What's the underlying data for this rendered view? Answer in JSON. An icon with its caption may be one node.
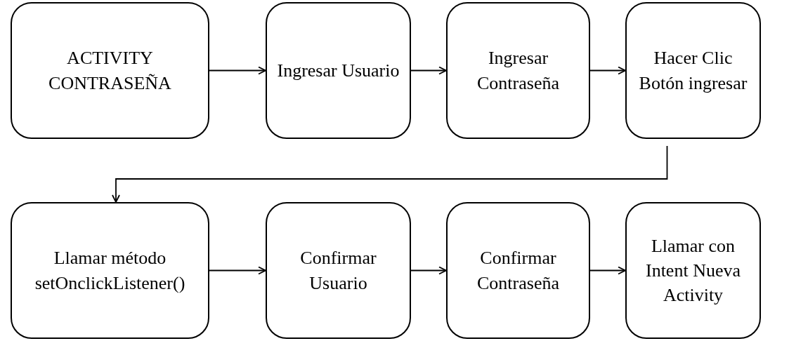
{
  "diagram": {
    "nodes": [
      {
        "text": [
          "ACTIVITY CONTRASEÑA"
        ]
      },
      {
        "text": [
          "Ingresar Usuario"
        ]
      },
      {
        "text": [
          "Ingresar Contraseña"
        ]
      },
      {
        "text": [
          "Hacer Clic Botón ingresar"
        ]
      },
      {
        "text": [
          "Llamar método setOnclickListener()"
        ]
      },
      {
        "text": [
          "Confirmar Usuario"
        ]
      },
      {
        "text": [
          "Confirmar Contraseña"
        ]
      },
      {
        "text": [
          "Llamar con Intent Nueva Activity"
        ]
      }
    ],
    "edges": [
      {
        "from": 0,
        "to": 1,
        "arrow": "to"
      },
      {
        "from": 1,
        "to": 2,
        "arrow": "to"
      },
      {
        "from": 2,
        "to": 3,
        "arrow": "to"
      },
      {
        "from": 3,
        "to": 4,
        "arrow": "to"
      },
      {
        "from": 4,
        "to": 5,
        "arrow": "to"
      },
      {
        "from": 5,
        "to": 6,
        "arrow": "to"
      },
      {
        "from": 6,
        "to": 7,
        "arrow": "to"
      }
    ]
  }
}
